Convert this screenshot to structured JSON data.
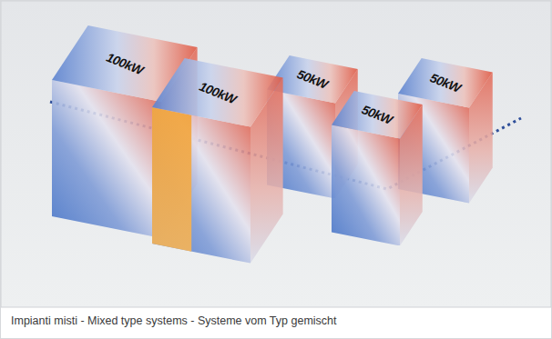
{
  "diagram": {
    "caption": "Impianti misti - Mixed type systems - Systeme vom Typ gemischt",
    "nodes": [
      {
        "text": [
          "100kW"
        ]
      },
      {
        "text": [
          "100kW"
        ]
      },
      {
        "text": [
          "50kW"
        ]
      },
      {
        "text": [
          "50kW"
        ]
      },
      {
        "text": [
          "50kW"
        ]
      }
    ]
  }
}
